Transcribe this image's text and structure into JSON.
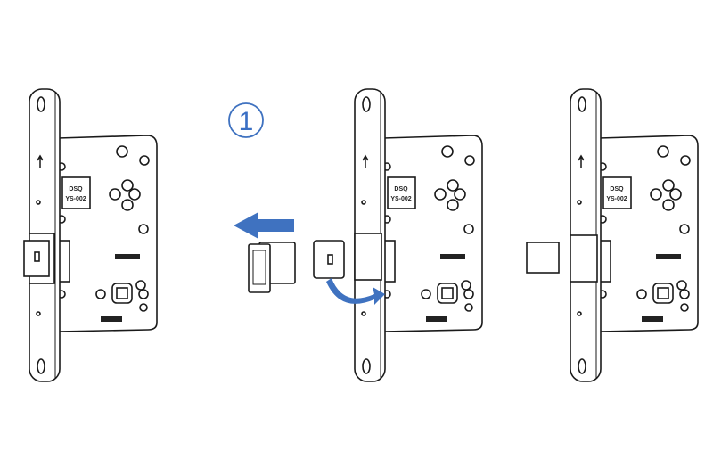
{
  "step": {
    "number": "1"
  },
  "lock": {
    "label_line1": "DSQ",
    "label_line2": "YS-002"
  },
  "colors": {
    "accent": "#3f72c0",
    "line": "#1a1a1a"
  },
  "icons": [
    "left-arrow-icon",
    "rotate-arrow-icon"
  ]
}
